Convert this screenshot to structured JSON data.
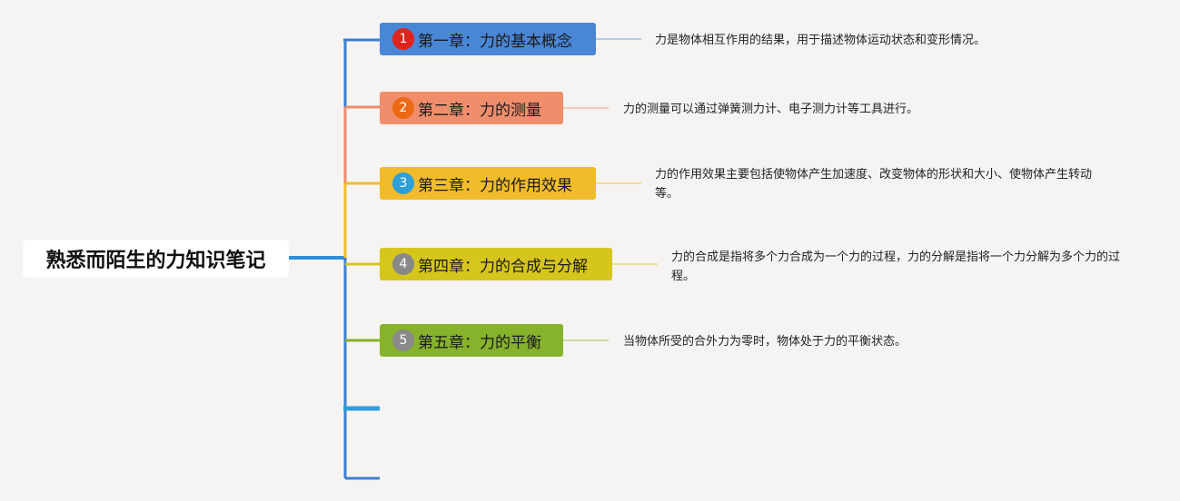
{
  "root": {
    "title": "熟悉而陌生的力知识笔记"
  },
  "chapters": [
    {
      "number": "1",
      "title": "第一章：力的基本概念",
      "note": "力是物体相互作用的结果，用于描述物体运动状态和变形情况。"
    },
    {
      "number": "2",
      "title": "第二章：力的测量",
      "note": "力的测量可以通过弹簧测力计、电子测力计等工具进行。"
    },
    {
      "number": "3",
      "title": "第三章：力的作用效果",
      "note": "力的作用效果主要包括使物体产生加速度、改变物体的形状和大小、使物体产生转动等。"
    },
    {
      "number": "4",
      "title": "第四章：力的合成与分解",
      "note": "力的合成是指将多个力合成为一个力的过程，力的分解是指将一个力分解为多个力的过程。"
    },
    {
      "number": "5",
      "title": "第五章：力的平衡",
      "note": "当物体所受的合外力为零时，物体处于力的平衡状态。"
    }
  ],
  "colors": {
    "chapter1": "#4a86d6",
    "chapter2": "#f08e6c",
    "chapter3": "#f1bc2b",
    "chapter4": "#d6c51d",
    "chapter5": "#86b22c",
    "trunk": "#2f8fd8"
  }
}
